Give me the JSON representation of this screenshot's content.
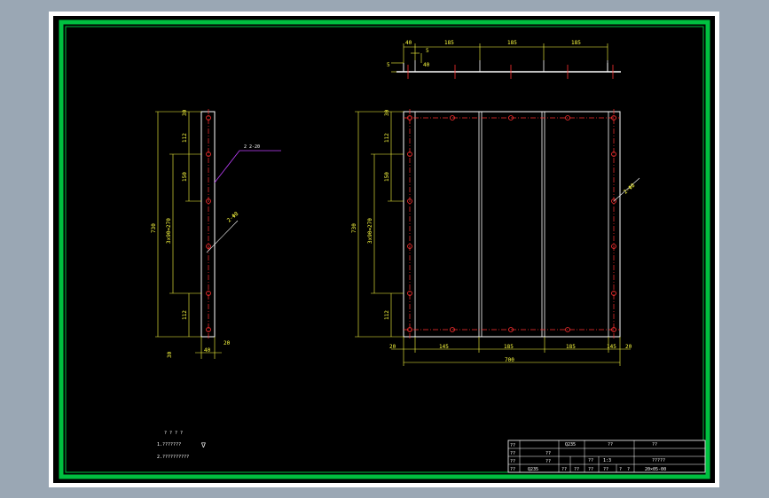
{
  "colors": {
    "outer_border": "#ffffff",
    "frame": "#00c040",
    "background": "#000000",
    "part_lines": "#ffffff",
    "dimension": "#ffff40",
    "centerline": "#ff3030",
    "leader": "#c040ff"
  },
  "top_view": {
    "dims": [
      "40",
      "5",
      "185",
      "185",
      "185",
      "5",
      "40"
    ]
  },
  "side_view": {
    "dims": {
      "top_30": "30",
      "d_112_upper": "112",
      "d_150": "150",
      "chain_main": "3x90=270",
      "total_h": "730",
      "d_112_lower": "112",
      "bottom_30": "30",
      "w_20": "20",
      "w_40": "40"
    },
    "callout_top": "2 2-20",
    "callout_hole": "2-Φ8"
  },
  "front_view": {
    "dims": {
      "top_30": "30",
      "d_112_upper": "112",
      "d_150": "150",
      "chain_main": "3x90=270",
      "total_h": "730",
      "d_112_lower": "112",
      "left_20": "20",
      "d_145_left": "145",
      "d_185_a": "185",
      "d_185_b": "185",
      "d_145_right": "145",
      "right_20": "20",
      "total_w": "700"
    },
    "callout_hole": "2-Φ8"
  },
  "notes": {
    "title": "? ? ? ?",
    "line1": "1.???????",
    "line2": "2.??????????",
    "roughness": "∇"
  },
  "title_block": {
    "cells": [
      "??",
      "??",
      "??",
      "??",
      "Q235",
      "??",
      "1:3",
      "?????",
      "Q235",
      "??",
      "??",
      "??",
      "??",
      "??",
      "??",
      "??",
      "??",
      "?",
      "?",
      "20×05-00"
    ]
  }
}
